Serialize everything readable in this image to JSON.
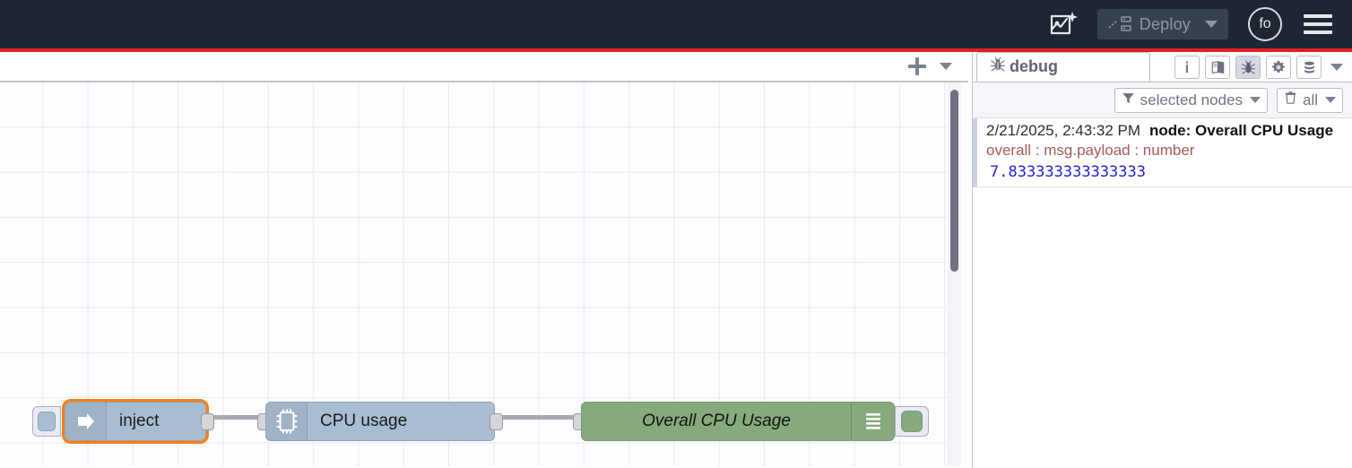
{
  "header": {
    "ai_flow_icon": "ai-flow-icon",
    "deploy_label": "Deploy",
    "deploy_icon": "deploy-icon",
    "deploy_caret_icon": "chevron-down-icon",
    "avatar_initials": "fo",
    "menu_icon": "hamburger-menu-icon",
    "accent_rule_color": "#e02020",
    "background_color": "#1e2633"
  },
  "workspace": {
    "add_flow_icon": "plus-icon",
    "flow_menu_caret_icon": "chevron-down-icon",
    "nodes": [
      {
        "id": "inject",
        "label": "inject",
        "icon": "inject-arrow-icon",
        "color": "#a8bdd1",
        "selected": true,
        "button_icon": "inject-trigger-icon"
      },
      {
        "id": "cpu-usage",
        "label": "CPU usage",
        "icon": "cpu-chip-icon",
        "color": "#a8bdd1",
        "selected": false
      },
      {
        "id": "debug",
        "label": "Overall CPU Usage",
        "icon": "debug-lines-icon",
        "color": "#87a97e",
        "selected": false,
        "button_icon": "debug-toggle-icon"
      }
    ]
  },
  "sidebar": {
    "active_tab": "debug",
    "tab_label": "debug",
    "tab_icon": "bug-icon",
    "tool_buttons": [
      {
        "name": "information-icon",
        "glyph": "i",
        "active": false
      },
      {
        "name": "help-book-icon",
        "glyph": "book",
        "active": false
      },
      {
        "name": "debug-bug-icon",
        "glyph": "bug",
        "active": true
      },
      {
        "name": "config-gear-icon",
        "glyph": "gear",
        "active": false
      },
      {
        "name": "context-data-icon",
        "glyph": "stack",
        "active": false
      }
    ],
    "tool_caret_icon": "chevron-down-icon",
    "filters": {
      "node_filter_icon": "funnel-icon",
      "node_filter_label": "selected nodes",
      "node_filter_caret": "chevron-down-icon",
      "clear_icon": "trash-icon",
      "clear_label": "all",
      "clear_caret": "chevron-down-icon"
    },
    "messages": [
      {
        "timestamp": "2/21/2025, 2:43:32 PM",
        "node": "node: Overall CPU Usage",
        "topic": "overall : msg.payload : number",
        "value": "7.833333333333333"
      }
    ]
  }
}
